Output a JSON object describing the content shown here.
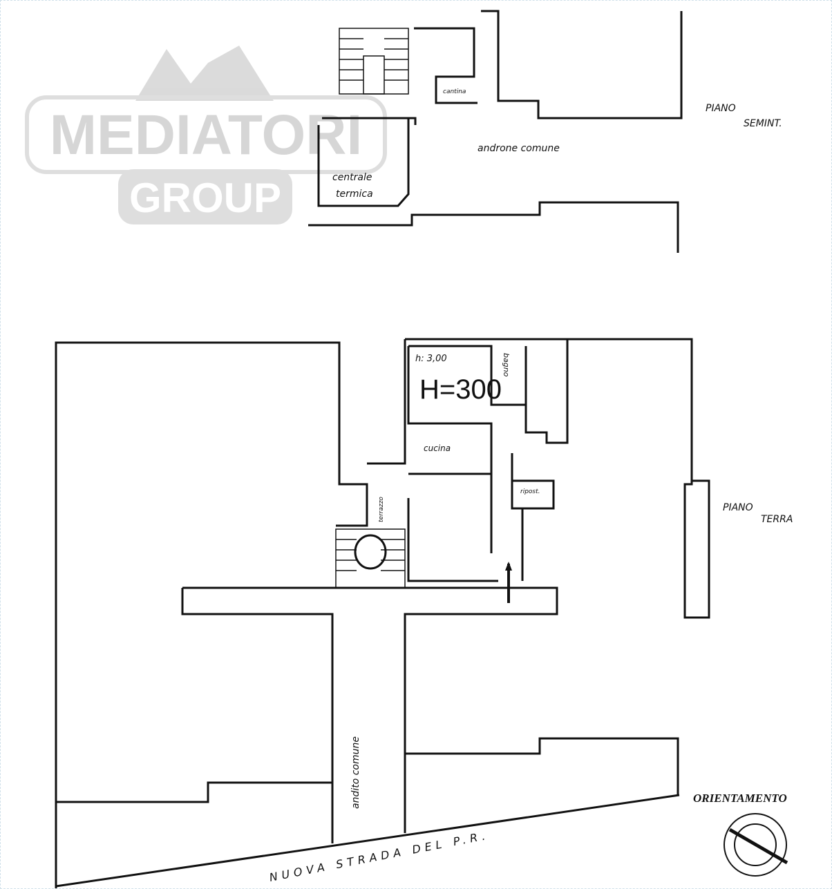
{
  "watermark": {
    "line1": "MEDIATORI",
    "line2": "GROUP"
  },
  "basement": {
    "floor_label": [
      "PIANO",
      "SEMINT."
    ],
    "rooms": {
      "boiler": [
        "centrale",
        "termica"
      ],
      "hall": "androne comune",
      "cellar": "cantina"
    }
  },
  "ground": {
    "floor_label": [
      "PIANO",
      "TERRA"
    ],
    "height_small": "h: 3,00",
    "height_big": "H=300",
    "rooms": {
      "bathroom": "bagno",
      "kitchen": "cucina",
      "storage": "ripost.",
      "terrace": "terrazzo",
      "passage": "andito comune"
    },
    "street": "NUOVA STRADA DEL P.R."
  },
  "orientation": {
    "label": "ORIENTAMENTO"
  }
}
